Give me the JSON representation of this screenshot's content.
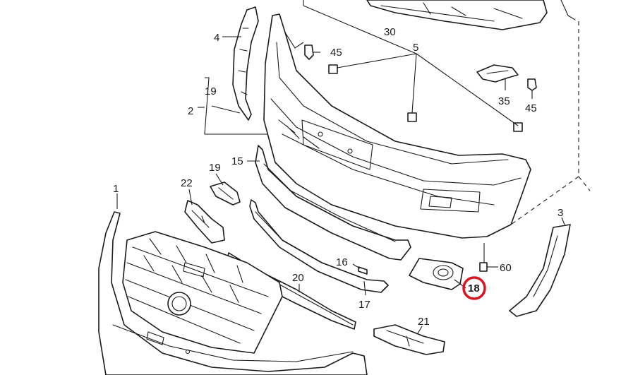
{
  "diagram": {
    "labels": {
      "p1": "1",
      "p2": "2",
      "p3": "3",
      "p4": "4",
      "p5": "5",
      "p15": "15",
      "p16": "16",
      "p17": "17",
      "p18": "18",
      "p19a": "19",
      "p19b": "19",
      "p20": "20",
      "p21": "21",
      "p22": "22",
      "p30": "30",
      "p35": "35",
      "p45a": "45",
      "p45b": "45",
      "p60": "60"
    },
    "highlight": {
      "part": "18",
      "color": "#e0121f"
    }
  }
}
